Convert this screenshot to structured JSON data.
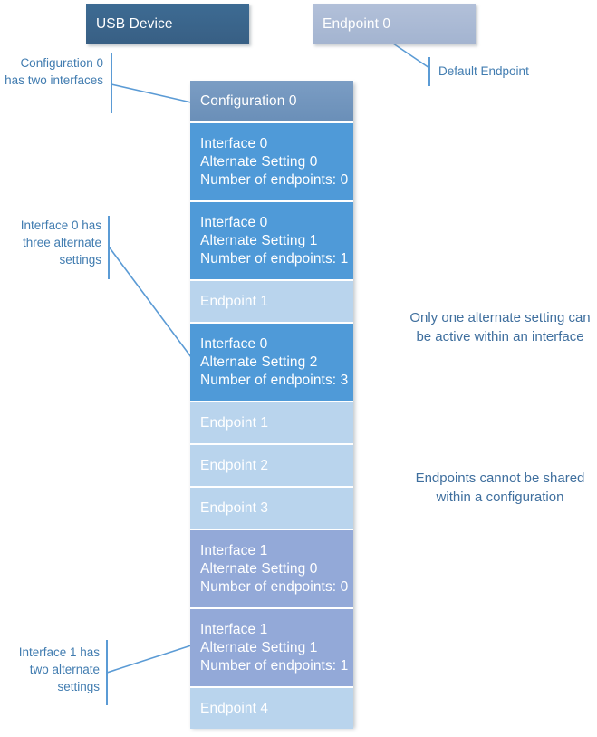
{
  "diagram": {
    "title": "USB Device Configuration Hierarchy",
    "colors": {
      "device_header": "#396287",
      "endpoint0": "#abbbd6",
      "configuration": "#6b93bd",
      "interface0": "#4f9ad8",
      "interface1": "#93a9d8",
      "endpoint_strip": "#b9d4ed",
      "annotation_text": "#417cb0",
      "note_text": "#3f6f9e",
      "leader_line": "#5b9bd5",
      "check_badge": "#5fb82e"
    },
    "device": {
      "label": "USB Device"
    },
    "default_endpoint_box": {
      "label": "Endpoint 0"
    },
    "stack": [
      {
        "kind": "configuration",
        "lines": [
          "Configuration 0"
        ],
        "checked": false
      },
      {
        "kind": "interface0",
        "lines": [
          "Interface 0",
          "Alternate Setting 0",
          "Number of endpoints: 0"
        ],
        "checked": false
      },
      {
        "kind": "interface0",
        "lines": [
          "Interface 0",
          "Alternate Setting 1",
          "Number of endpoints: 1"
        ],
        "checked": false
      },
      {
        "kind": "endpoint",
        "lines": [
          "Endpoint 1"
        ],
        "checked": false
      },
      {
        "kind": "interface0",
        "lines": [
          "Interface 0",
          "Alternate Setting 2",
          "Number of endpoints: 3"
        ],
        "checked": true
      },
      {
        "kind": "endpoint",
        "lines": [
          "Endpoint 1"
        ],
        "checked": false
      },
      {
        "kind": "endpoint",
        "lines": [
          "Endpoint 2"
        ],
        "checked": false
      },
      {
        "kind": "endpoint",
        "lines": [
          "Endpoint 3"
        ],
        "checked": false
      },
      {
        "kind": "interface1",
        "lines": [
          "Interface 1",
          "Alternate Setting 0",
          "Number of endpoints: 0"
        ],
        "checked": false
      },
      {
        "kind": "interface1",
        "lines": [
          "Interface 1",
          "Alternate Setting 1",
          "Number of endpoints: 1"
        ],
        "checked": true
      },
      {
        "kind": "endpoint",
        "lines": [
          "Endpoint 4"
        ],
        "checked": false
      }
    ],
    "annotations": {
      "config_callout": {
        "lines": [
          "Configuration 0",
          "has two",
          "interfaces"
        ]
      },
      "interface0_callout": {
        "lines": [
          "Interface 0 has",
          "three alternate",
          "settings"
        ]
      },
      "interface1_callout": {
        "lines": [
          "Interface 1 has",
          "two alternate",
          "settings"
        ]
      },
      "default_endpoint_callout": {
        "lines": [
          "Default Endpoint"
        ]
      }
    },
    "notes": [
      {
        "lines": [
          "Only one alternate",
          "setting can be active",
          "within an interface"
        ]
      },
      {
        "lines": [
          "Endpoints cannot be",
          "shared within a",
          "configuration"
        ]
      }
    ]
  }
}
